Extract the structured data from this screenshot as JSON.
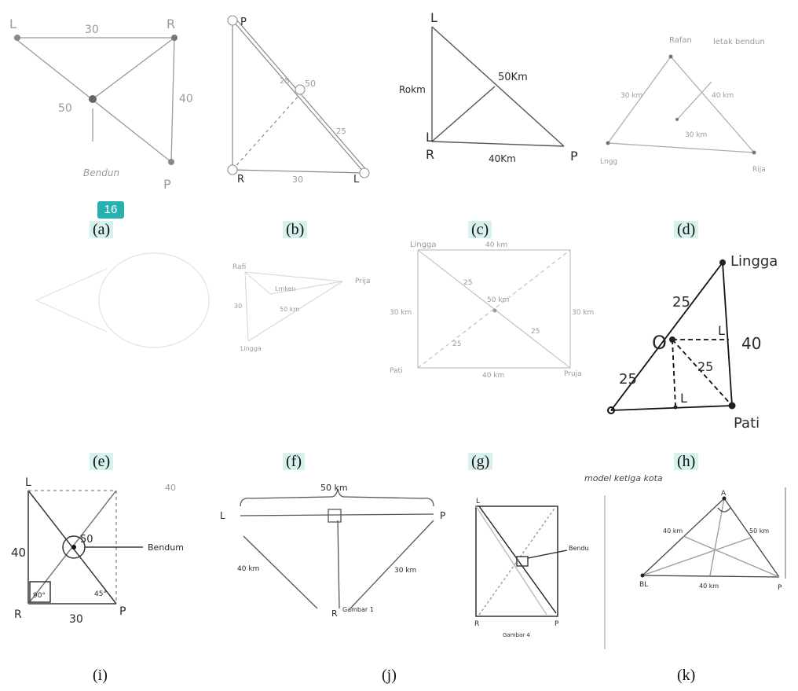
{
  "badge": "16",
  "captions": {
    "a": "(a)",
    "b": "(b)",
    "c": "(c)",
    "d": "(d)",
    "e": "(e)",
    "f": "(f)",
    "g": "(g)",
    "h": "(h)",
    "i": "(i)",
    "j": "(j)",
    "k": "(k)"
  },
  "sketch_a": {
    "l": "L",
    "r": "R",
    "p": "P",
    "top": "30",
    "right": "40",
    "center": "50",
    "bendung": "Bendun"
  },
  "sketch_b": {
    "p": "P",
    "r": "R",
    "l": "L",
    "mid": "50",
    "bottom": "30",
    "half1": "25",
    "half2": "25"
  },
  "sketch_c": {
    "l_top": "L",
    "l_bottom": "L",
    "r": "R",
    "p": "P",
    "left": "Rokm",
    "hyp": "50Km",
    "bottom": "40Km"
  },
  "sketch_d": {
    "top": "Rafan",
    "label": "letak bendun",
    "left_side": "30 km",
    "inner": "40 km",
    "bottom": "30 km",
    "bl": "Lngg",
    "br": "Rija"
  },
  "sketch_f": {
    "left": "Rafi",
    "center": "Lmken",
    "right": "Prija",
    "d1": "50 km",
    "d2": "30",
    "bottom": "Lingga"
  },
  "sketch_g": {
    "tl": "Lingga",
    "top": "40 km",
    "left": "30 km",
    "right": "30 km",
    "center": "50 km",
    "d1": "25",
    "d2": "25",
    "d3": "25",
    "bl": "Pati",
    "br": "Pruja",
    "bottom": "40 km"
  },
  "sketch_h": {
    "top": "Lingga",
    "center": "O",
    "a": "25",
    "b": "25",
    "c": "25",
    "right": "40",
    "l1": "L",
    "l2": "L",
    "bottom": "Pati"
  },
  "sketch_i": {
    "l": "L",
    "r": "R",
    "p": "P",
    "left": "40",
    "bottom": "30",
    "center": "50",
    "right_top": "40",
    "bendung": "Bendum",
    "angle1": "90°",
    "angle2": "45°"
  },
  "sketch_j": {
    "top": "50 km",
    "l": "L",
    "p": "P",
    "r": "R",
    "left": "40 km",
    "right": "30 km",
    "gambar": "Gambar 1"
  },
  "sketch_k1": {
    "r": "R",
    "p": "P",
    "label": "Bendu",
    "caption": "Gambar 4"
  },
  "sketch_k2": {
    "title": "model ketiga kota",
    "a": "A",
    "bl": "BL",
    "p": "P",
    "left": "40 km",
    "right": "50 km",
    "bottom": "40 km"
  }
}
